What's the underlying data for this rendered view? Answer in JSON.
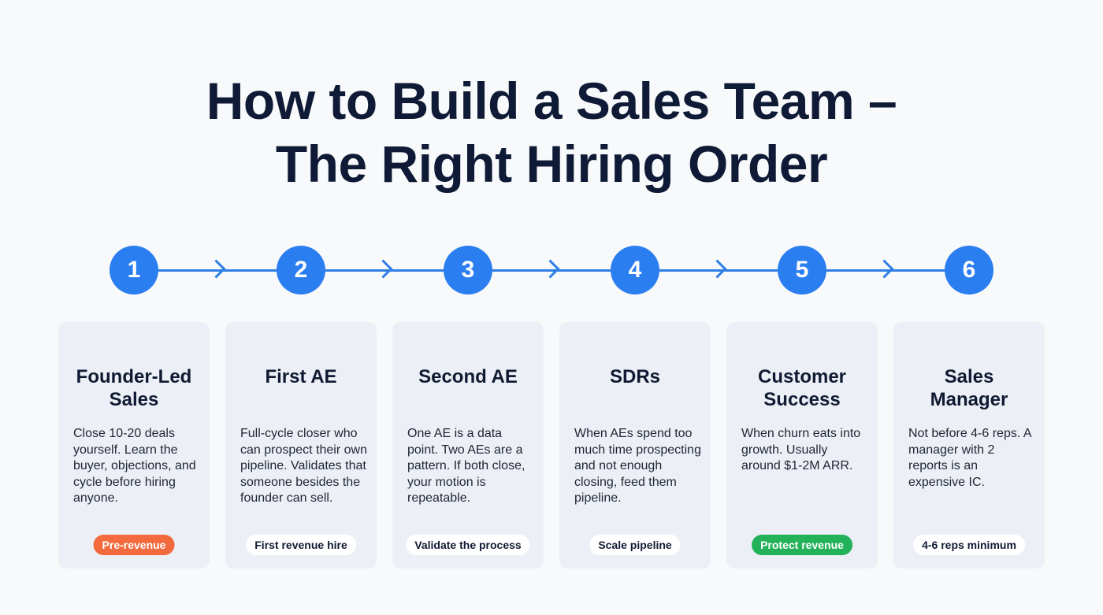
{
  "title": {
    "line1": "How to Build a Sales Team –",
    "line2": "The Right Hiring Order"
  },
  "colors": {
    "accent_blue": "#2b7ef0",
    "badge_orange": "#f26a3d",
    "badge_green": "#23b25a",
    "card_bg": "#ecf0f6",
    "title_text": "#0f1b36"
  },
  "steps": [
    {
      "number": "1",
      "heading": "Founder-Led Sales",
      "description": "Close 10-20 deals yourself. Learn the buyer, objections, and cycle before hiring anyone.",
      "badge": "Pre-revenue",
      "badge_style": "orange"
    },
    {
      "number": "2",
      "heading": "First AE",
      "description": "Full-cycle closer who can prospect their own pipeline. Validates that someone besides the founder can sell.",
      "badge": "First revenue hire",
      "badge_style": "white"
    },
    {
      "number": "3",
      "heading": "Second AE",
      "description": "One AE is a data point. Two AEs are a pattern. If both close, your motion is repeatable.",
      "badge": "Validate the process",
      "badge_style": "white"
    },
    {
      "number": "4",
      "heading": "SDRs",
      "description": "When AEs spend too much time prospecting and not enough closing, feed them pipeline.",
      "badge": "Scale pipeline",
      "badge_style": "white"
    },
    {
      "number": "5",
      "heading": "Customer Success",
      "description": "When churn eats into growth. Usually around $1-2M ARR.",
      "badge": "Protect revenue",
      "badge_style": "green"
    },
    {
      "number": "6",
      "heading": "Sales Manager",
      "description": "Not before 4-6 reps. A manager with 2 reports is an expensive IC.",
      "badge": "4-6 reps minimum",
      "badge_style": "white"
    }
  ]
}
